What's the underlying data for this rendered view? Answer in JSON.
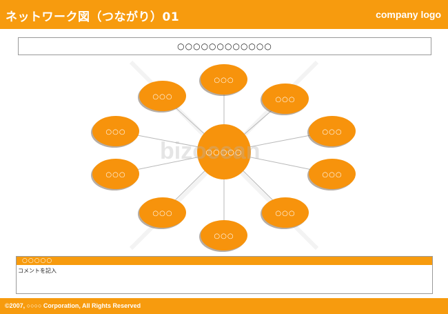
{
  "header": {
    "title": "ネットワーク図（つながり）01",
    "logo": "company logo"
  },
  "top_box": {
    "text": "○○○○○○○○○○○○"
  },
  "diagram": {
    "center": {
      "label": "○○○○○"
    },
    "nodes": [
      {
        "label": "○○○"
      },
      {
        "label": "○○○"
      },
      {
        "label": "○○○"
      },
      {
        "label": "○○○"
      },
      {
        "label": "○○○"
      },
      {
        "label": "○○○"
      },
      {
        "label": "○○○"
      },
      {
        "label": "○○○"
      },
      {
        "label": "○○○"
      },
      {
        "label": "○○○"
      },
      {
        "label": "○○○"
      },
      {
        "label": "○○○"
      }
    ]
  },
  "watermark": {
    "text": "bizocean"
  },
  "comment": {
    "heading": "○○○○○",
    "placeholder": "コメントを記入"
  },
  "footer": {
    "copyright": "©2007, ○○○○ Corporation, All Rights Reserved"
  },
  "colors": {
    "accent": "#f79b0e",
    "node_fill": "#f7930c",
    "connector": "#b8b8b8"
  }
}
